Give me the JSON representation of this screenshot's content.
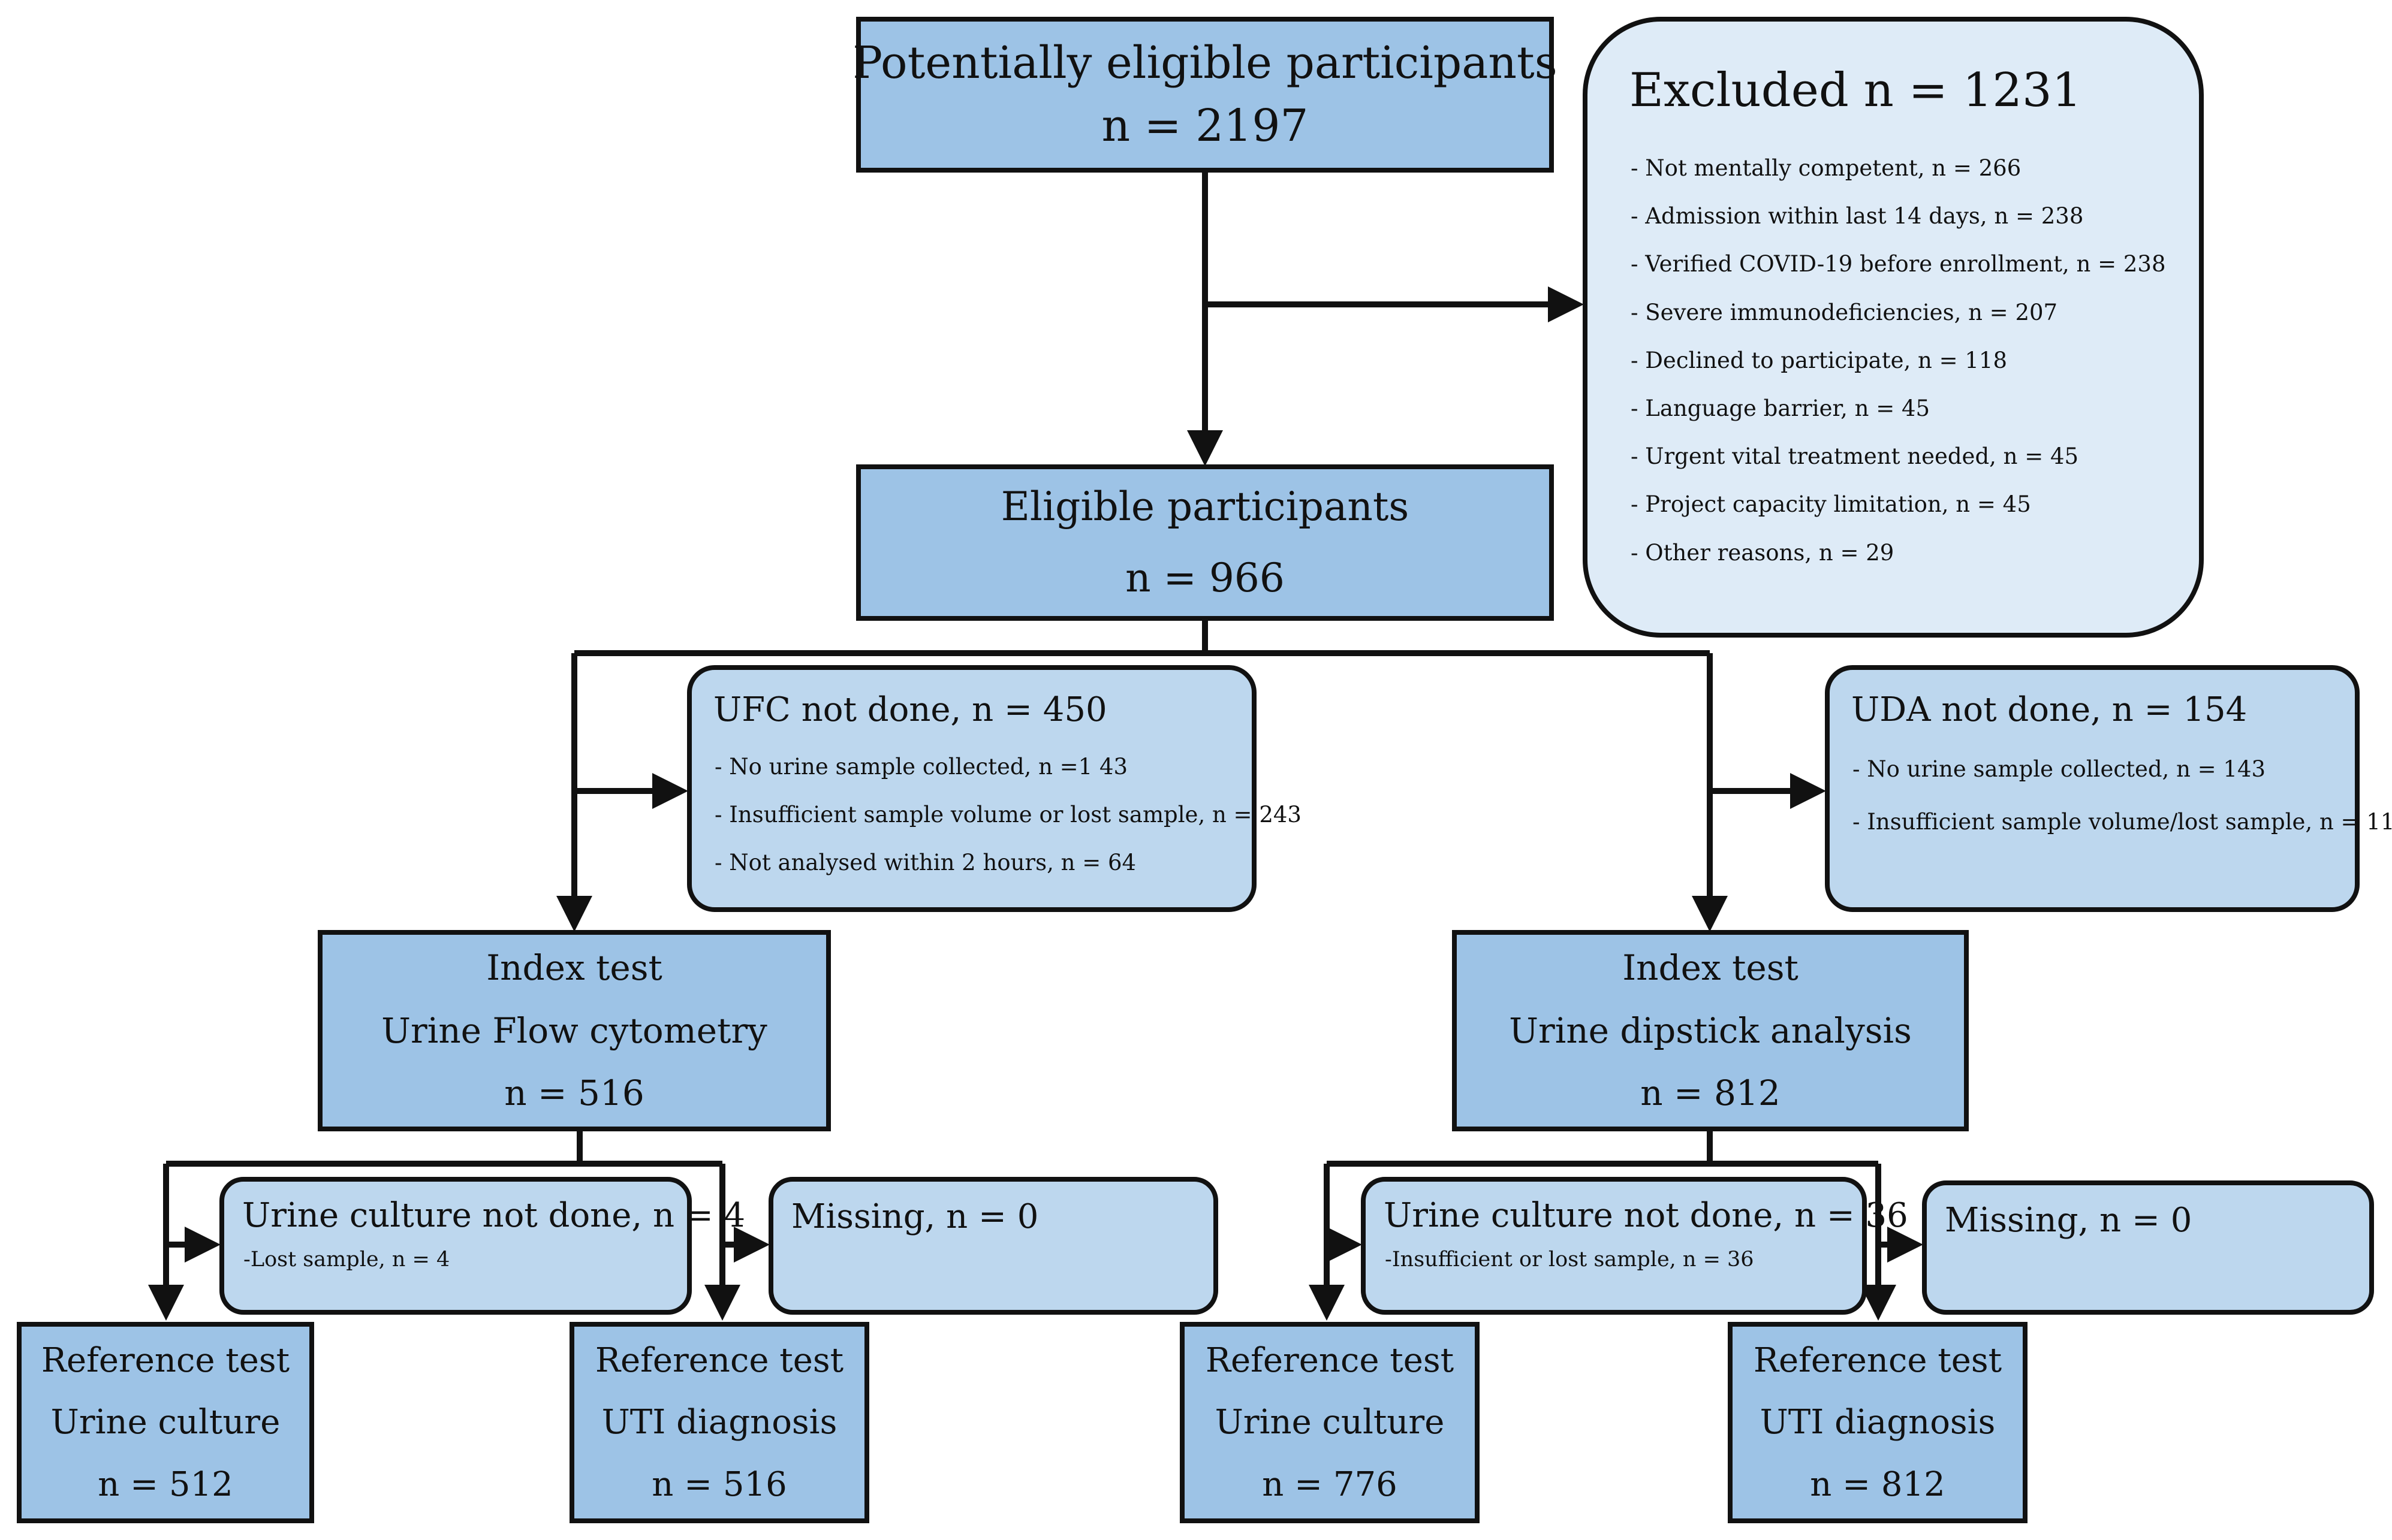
{
  "top": {
    "title": "Potentially eligible participants",
    "count": "n = 2197"
  },
  "excluded": {
    "title": "Excluded n = 1231",
    "reasons": [
      "- Not mentally competent, n = 266",
      "- Admission within last 14 days, n = 238",
      "- Verified COVID-19 before enrollment, n = 238",
      "- Severe immunodeficiencies, n = 207",
      "- Declined to participate, n = 118",
      "- Language barrier, n = 45",
      "- Urgent vital treatment needed, n = 45",
      "- Project capacity limitation, n = 45",
      "- Other reasons, n = 29"
    ]
  },
  "eligible": {
    "title": "Eligible participants",
    "count": "n = 966"
  },
  "ufc_not_done": {
    "title": "UFC not done, n = 450",
    "reasons": [
      "- No urine sample collected, n =1 43",
      "- Insufficient sample volume or lost sample, n = 243",
      "- Not analysed within 2 hours, n = 64"
    ]
  },
  "uda_not_done": {
    "title": "UDA not done, n = 154",
    "reasons": [
      "- No urine sample collected, n = 143",
      "- Insufficient sample volume/lost sample, n = 11"
    ]
  },
  "index_ufc": {
    "line1": "Index test",
    "line2": "Urine Flow cytometry",
    "count": "n = 516"
  },
  "index_uda": {
    "line1": "Index test",
    "line2": "Urine dipstick analysis",
    "count": "n = 812"
  },
  "culture_not_done_left": {
    "title": "Urine culture not done, n = 4",
    "reason": "-Lost sample, n = 4"
  },
  "missing_left": {
    "title": "Missing, n = 0"
  },
  "culture_not_done_right": {
    "title": "Urine culture not done, n = 36",
    "reason": "-Insufficient or lost sample, n = 36"
  },
  "missing_right": {
    "title": "Missing, n = 0"
  },
  "references": [
    {
      "line1": "Reference test",
      "line2": "Urine culture",
      "count": "n = 512"
    },
    {
      "line1": "Reference test",
      "line2": "UTI diagnosis",
      "count": "n = 516"
    },
    {
      "line1": "Reference test",
      "line2": "Urine culture",
      "count": "n = 776"
    },
    {
      "line1": "Reference test",
      "line2": "UTI diagnosis",
      "count": "n = 812"
    }
  ]
}
